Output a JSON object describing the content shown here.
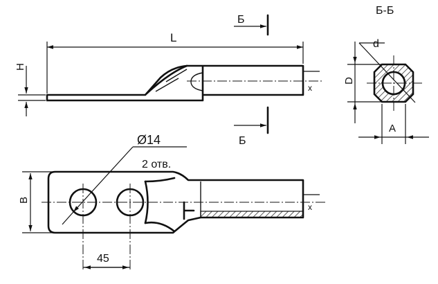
{
  "labels": {
    "length": "L",
    "height": "H",
    "section_mark": "Б",
    "section_title": "Б-Б",
    "bore_diameter": "d",
    "outer_diameter": "D",
    "flat_width": "A",
    "wall_x": "x",
    "hole_diameter": "Ø14",
    "hole_count": "2 отв.",
    "width": "B",
    "hole_spacing": "45"
  }
}
